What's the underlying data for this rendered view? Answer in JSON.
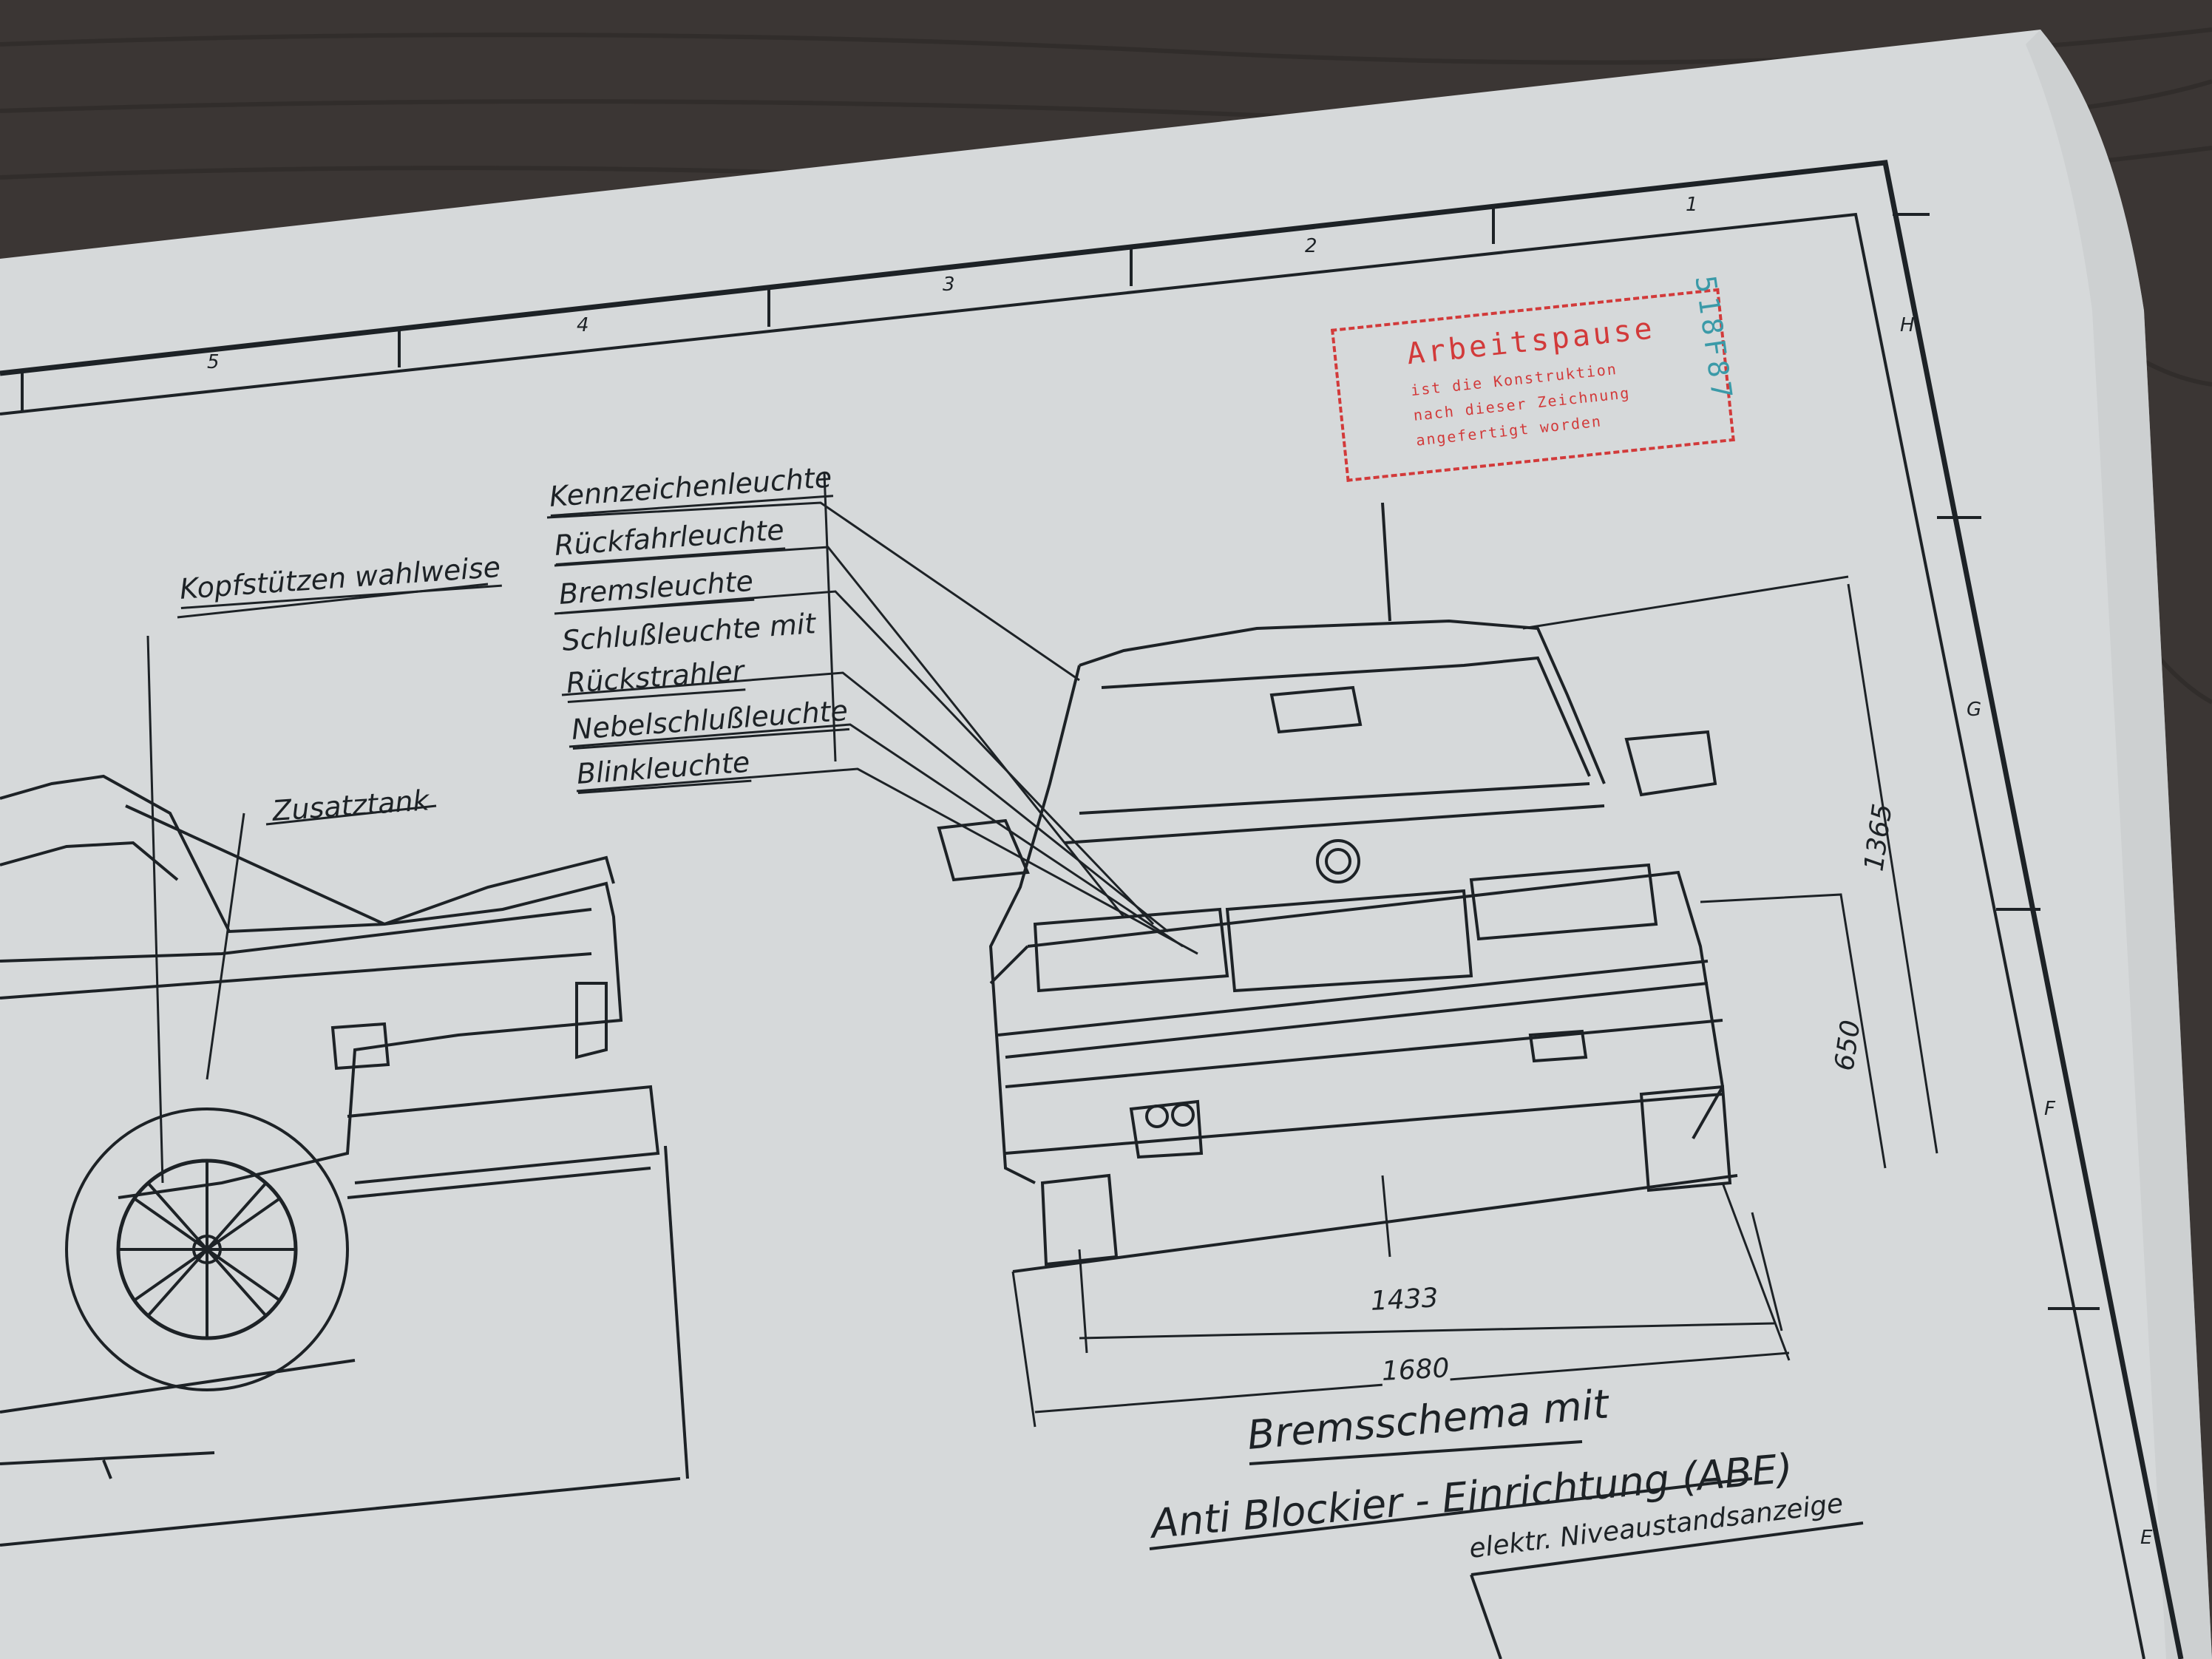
{
  "zones": [
    "5",
    "4",
    "3",
    "2",
    "1"
  ],
  "row_letters": [
    "H",
    "G",
    "F",
    "E"
  ],
  "callouts": [
    "Kennzeichenleuchte",
    "Rückfahrleuchte",
    "Bremsleuchte",
    "Schlußleuchte  mit",
    "Rückstrahler",
    "Nebelschlußleuchte",
    "Blinkleuchte"
  ],
  "side_labels": {
    "headrest": "Kopfstützen wahlweise",
    "tank": "Zusatztank"
  },
  "dimensions": {
    "height": "1365",
    "lamp_height": "650",
    "track": "1433",
    "width": "1680"
  },
  "title": {
    "line1": "Bremsschema  mit",
    "line2": "Anti  Blockier - Einrichtung (ABE)"
  },
  "note": "elektr. Niveaustandsanzeige",
  "stamp": {
    "line1": "Arbeitspause",
    "line2": "ist die Konstruktion",
    "line3": "nach dieser Zeichnung",
    "line4": "angefertigt worden"
  },
  "code": "518F87",
  "colors": {
    "paper": "#d6d9da",
    "ink": "#1d2226",
    "stamp": "#d23a3a",
    "code": "#3b9aa8",
    "table": "#3b3634"
  }
}
